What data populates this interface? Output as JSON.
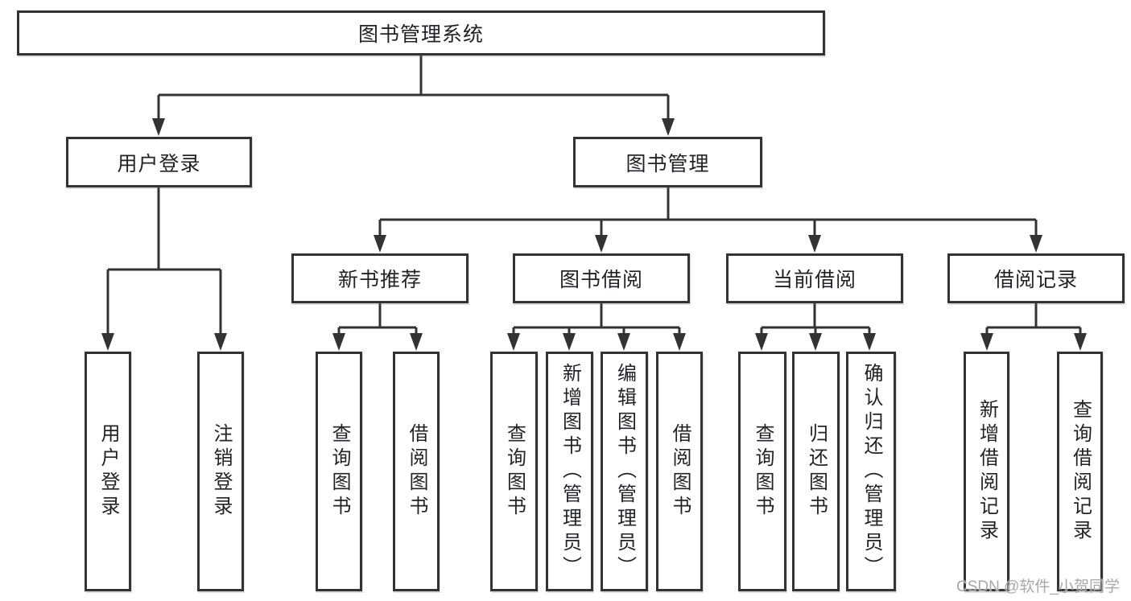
{
  "colors": {
    "line": "#333333",
    "box_border": "#333333",
    "text": "#1f2327",
    "watermark": "#a8a8a8",
    "background": "#ffffff"
  },
  "tree": {
    "root": "图书管理系统",
    "children": [
      {
        "label": "用户登录",
        "children": [
          "用户登录",
          "注销登录"
        ]
      },
      {
        "label": "图书管理",
        "children": [
          {
            "label": "新书推荐",
            "children": [
              "查询图书",
              "借阅图书"
            ]
          },
          {
            "label": "图书借阅",
            "children": [
              "查询图书",
              "新增图书（管理员）",
              "编辑图书（管理员）",
              "借阅图书"
            ]
          },
          {
            "label": "当前借阅",
            "children": [
              "查询图书",
              "归还图书",
              "确认归还（管理员）"
            ]
          },
          {
            "label": "借阅记录",
            "children": [
              "新增借阅记录",
              "查询借阅记录"
            ]
          }
        ]
      }
    ]
  },
  "watermark": "CSDN @软件_小贺同学"
}
